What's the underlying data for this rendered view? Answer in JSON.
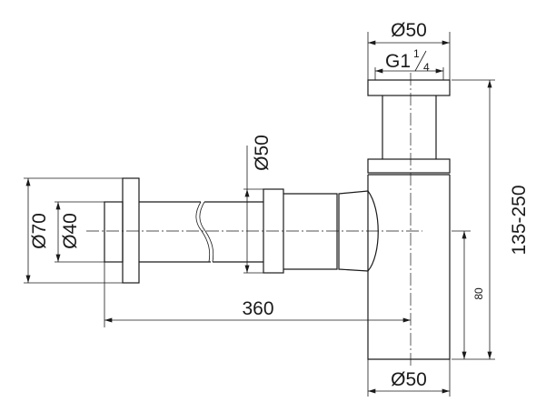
{
  "drawing": {
    "title": "Bottle trap technical drawing",
    "dimensions": {
      "top_diameter": "Ø50",
      "thread": "G1",
      "thread_fraction_num": "1",
      "thread_fraction_den": "4",
      "height_range": "135-250",
      "outlet_height": "80",
      "bottom_diameter": "Ø50",
      "length": "360",
      "pipe_diameter": "Ø50",
      "flange_outer_diameter": "Ø70",
      "flange_inner_diameter": "Ø40"
    }
  }
}
